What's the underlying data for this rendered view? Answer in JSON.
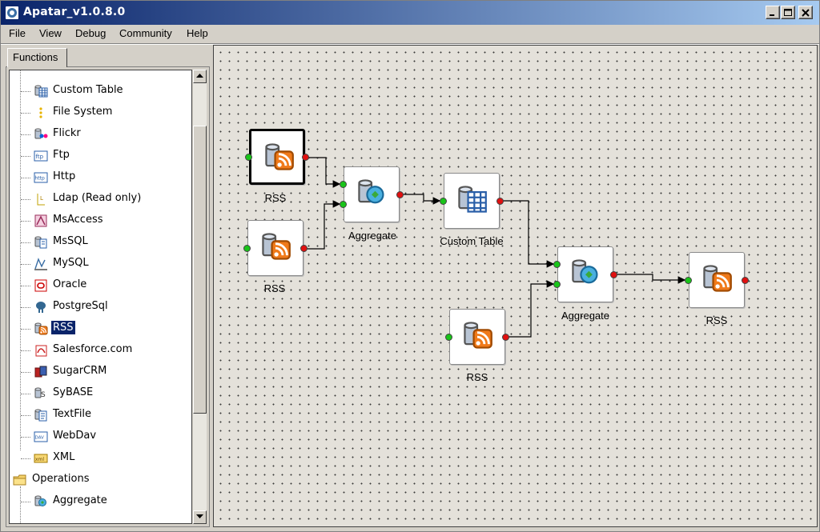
{
  "window": {
    "title": "Apatar_v1.0.8.0"
  },
  "menu": [
    "File",
    "View",
    "Debug",
    "Community",
    "Help"
  ],
  "panel": {
    "tab_label": "Functions",
    "tree": [
      {
        "label": "Custom Table",
        "icon": "custom-table-icon",
        "indent": 1
      },
      {
        "label": "File System",
        "icon": "file-system-icon",
        "indent": 1
      },
      {
        "label": "Flickr",
        "icon": "flickr-icon",
        "indent": 1
      },
      {
        "label": "Ftp",
        "icon": "ftp-icon",
        "indent": 1
      },
      {
        "label": "Http",
        "icon": "http-icon",
        "indent": 1
      },
      {
        "label": "Ldap (Read only)",
        "icon": "ldap-icon",
        "indent": 1
      },
      {
        "label": "MsAccess",
        "icon": "msaccess-icon",
        "indent": 1
      },
      {
        "label": "MsSQL",
        "icon": "mssql-icon",
        "indent": 1
      },
      {
        "label": "MySQL",
        "icon": "mysql-icon",
        "indent": 1
      },
      {
        "label": "Oracle",
        "icon": "oracle-icon",
        "indent": 1
      },
      {
        "label": "PostgreSql",
        "icon": "postgresql-icon",
        "indent": 1
      },
      {
        "label": "RSS",
        "icon": "rss-icon",
        "indent": 1,
        "selected": true
      },
      {
        "label": "Salesforce.com",
        "icon": "salesforce-icon",
        "indent": 1
      },
      {
        "label": "SugarCRM",
        "icon": "sugarcrm-icon",
        "indent": 1
      },
      {
        "label": "SyBASE",
        "icon": "sybase-icon",
        "indent": 1
      },
      {
        "label": "TextFile",
        "icon": "textfile-icon",
        "indent": 1
      },
      {
        "label": "WebDav",
        "icon": "webdav-icon",
        "indent": 1
      },
      {
        "label": "XML",
        "icon": "xml-icon",
        "indent": 1
      },
      {
        "label": "Operations",
        "icon": "folder-icon",
        "indent": 0
      },
      {
        "label": "Aggregate",
        "icon": "aggregate-icon",
        "indent": 1
      }
    ]
  },
  "canvas": {
    "nodes": [
      {
        "label": "RSS",
        "icon": "rss-icon",
        "selected": true
      },
      {
        "label": "RSS",
        "icon": "rss-icon"
      },
      {
        "label": "Aggregate",
        "icon": "aggregate-icon"
      },
      {
        "label": "Custom Table",
        "icon": "custom-table-icon"
      },
      {
        "label": "Aggregate",
        "icon": "aggregate-icon"
      },
      {
        "label": "RSS",
        "icon": "rss-icon"
      },
      {
        "label": "RSS",
        "icon": "rss-icon"
      }
    ]
  },
  "colors": {
    "title_bar": "#0a246a",
    "selection": "#0a246a",
    "port_in": "#19c419",
    "port_out": "#e01010",
    "rss_orange": "#f07a1a"
  }
}
